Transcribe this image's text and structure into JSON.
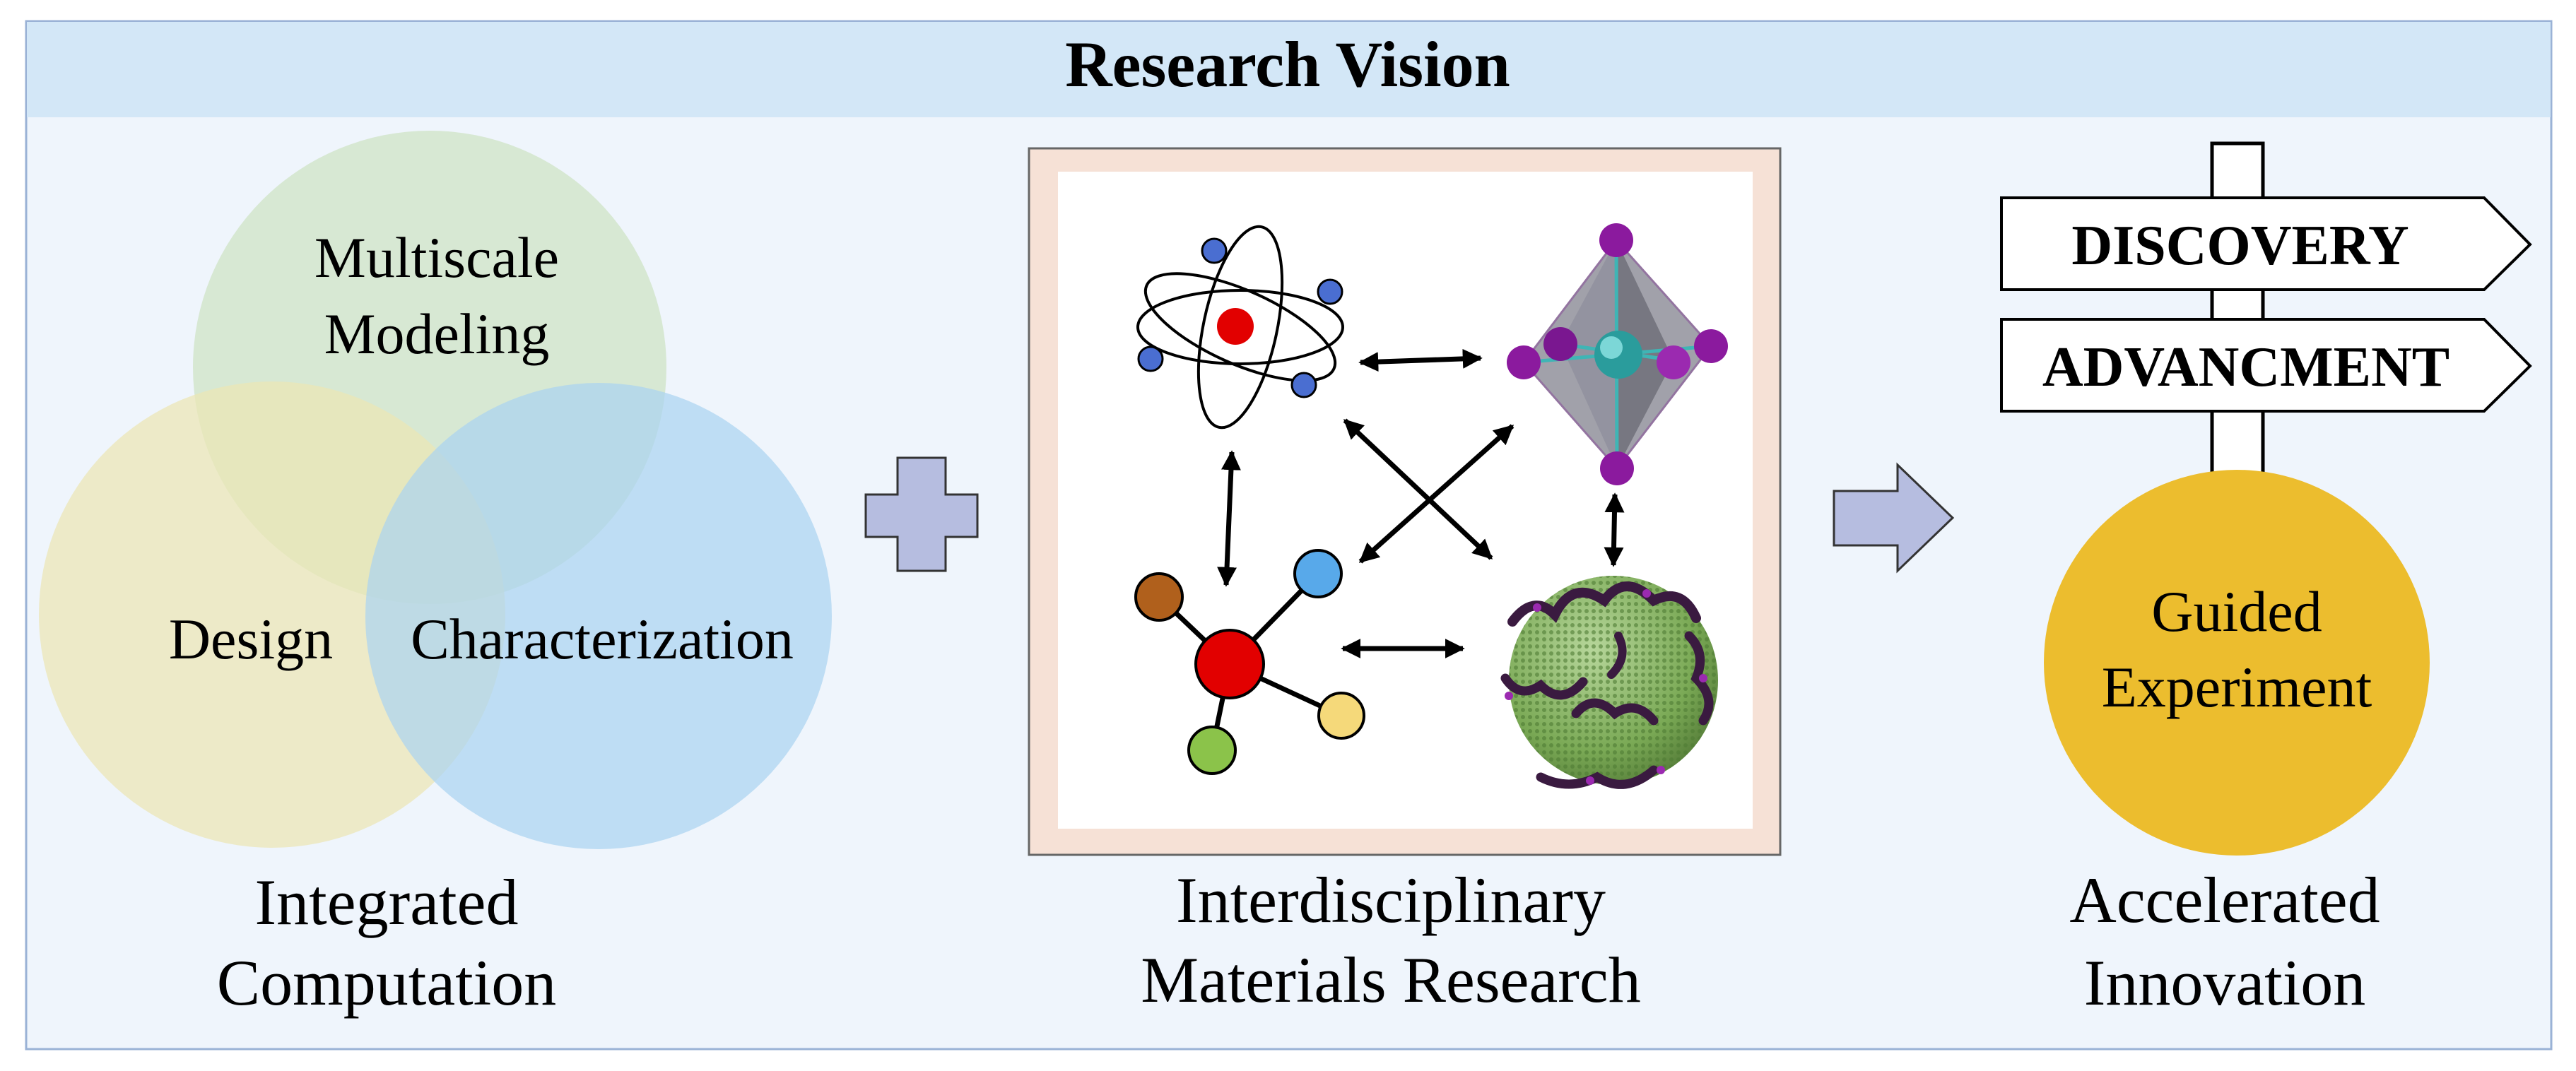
{
  "title": "Research Vision",
  "venn": {
    "circle_top_label": [
      "Multiscale",
      "Modeling"
    ],
    "circle_left_label": "Design",
    "circle_right_label": "Characterization",
    "caption": [
      "Integrated",
      "Computation"
    ],
    "colors": {
      "top": "#cfe3c5",
      "left": "#ece6b4",
      "right": "#a9d3f1"
    }
  },
  "plus_symbol": "plus-icon",
  "materials": {
    "caption": [
      "Interdisciplinary",
      "Materials Research"
    ],
    "icons": [
      "atom-icon",
      "octahedral-crystal-icon",
      "molecule-icon",
      "nanoparticle-icon"
    ]
  },
  "arrow_symbol": "right-arrow-icon",
  "signpost": {
    "sign_top": "DISCOVERY",
    "sign_bottom": "ADVANCMENT",
    "circle_label": [
      "Guided",
      "Experiment"
    ],
    "circle_color": "#ecbd2e",
    "caption": [
      "Accelerated",
      "Innovation"
    ]
  },
  "colors": {
    "title_band": "#d3e7f7",
    "panel_bg": "#eff5fc",
    "border": "#9ab2d6",
    "symbol_fill": "#b6bde0"
  }
}
